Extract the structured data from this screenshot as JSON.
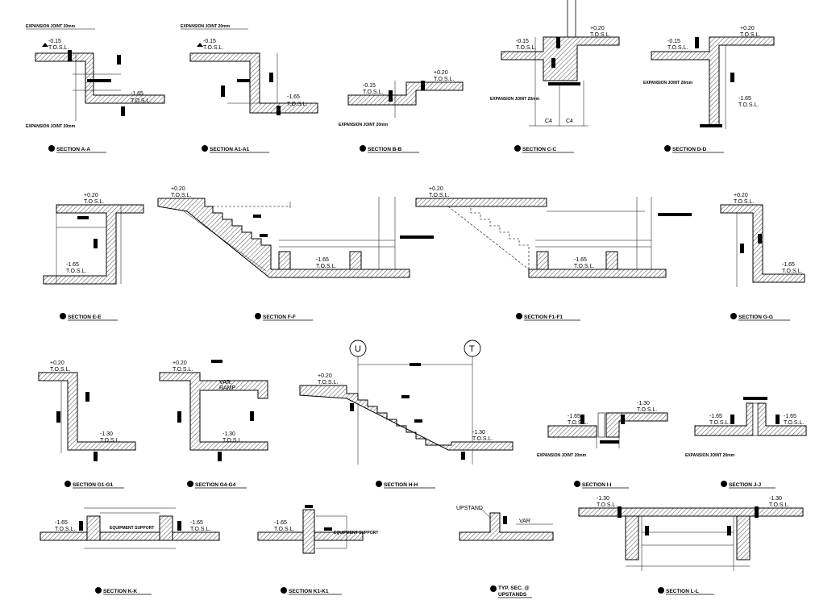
{
  "drawing": {
    "sections": [
      {
        "id": "a-a",
        "title": "SECTION A-A",
        "levels": [
          "-0.15",
          "-1.65"
        ],
        "tosl": "T.O.S.L.",
        "notes": [
          "EXPANSION JOINT 20mm",
          "EXPANSION JOINT 20mm"
        ]
      },
      {
        "id": "a1-a1",
        "title": "SECTION A1-A1",
        "levels": [
          "-0.15",
          "-1.65"
        ],
        "tosl": "T.O.S.L.",
        "notes": [
          "EXPANSION JOINT 20mm"
        ]
      },
      {
        "id": "b-b",
        "title": "SECTION B-B",
        "levels": [
          "-0.15",
          "+0.20"
        ],
        "tosl": "T.O.S.L.",
        "notes": [
          "EXPANSION JOINT 20mm"
        ]
      },
      {
        "id": "c-c",
        "title": "SECTION C-C",
        "levels": [
          "-0.15",
          "+0.20"
        ],
        "tosl": "T.O.S.L.",
        "notes": [
          "EXPANSION JOINT 20mm"
        ],
        "marks": [
          "C4",
          "C4"
        ]
      },
      {
        "id": "d-d",
        "title": "SECTION D-D",
        "levels": [
          "-0.15",
          "+0.20",
          "-1.65"
        ],
        "tosl": "T.O.S.L.",
        "notes": [
          "EXPANSION JOINT 20mm"
        ]
      },
      {
        "id": "e-e",
        "title": "SECTION E-E",
        "levels": [
          "+0.20",
          "-1.65"
        ],
        "tosl": "T.O.S.L."
      },
      {
        "id": "f-f",
        "title": "SECTION F-F",
        "levels": [
          "+0.20",
          "-1.65"
        ],
        "tosl": "T.O.S.L."
      },
      {
        "id": "f1-f1",
        "title": "SECTION F1-F1",
        "levels": [
          "+0.20",
          "-1.65"
        ],
        "tosl": "T.O.S.L."
      },
      {
        "id": "g-g",
        "title": "SECTION G-G",
        "levels": [
          "+0.20",
          "-1.65"
        ],
        "tosl": "T.O.S.L."
      },
      {
        "id": "g1-g1",
        "title": "SECTION G1-G1",
        "levels": [
          "+0.20",
          "-1.30"
        ],
        "tosl": "T.O.S.L."
      },
      {
        "id": "g4-g4",
        "title": "SECTION G4-G4",
        "levels": [
          "+0.20",
          "-1.30"
        ],
        "tosl": "T.O.S.L.",
        "labels": [
          "VAR.",
          "RAMP"
        ]
      },
      {
        "id": "h-h",
        "title": "SECTION H-H",
        "levels": [
          "+0.20",
          "-1.30"
        ],
        "tosl": "T.O.S.L.",
        "grid": [
          "U",
          "T"
        ]
      },
      {
        "id": "i-i",
        "title": "SECTION I-I",
        "levels": [
          "-1.65",
          "-1.30"
        ],
        "tosl": "T.O.S.L.",
        "notes": [
          "EXPANSION JOINT 20mm"
        ]
      },
      {
        "id": "j-j",
        "title": "SECTION J-J",
        "levels": [
          "-1.65",
          "-1.65"
        ],
        "tosl": "T.O.S.L.",
        "notes": [
          "EXPANSION JOINT 20mm"
        ]
      },
      {
        "id": "k-k",
        "title": "SECTION K-K",
        "levels": [
          "-1.65",
          "-1.65"
        ],
        "tosl": "T.O.S.L.",
        "notes": [
          "EQUIPMENT SUPPORT"
        ]
      },
      {
        "id": "k1-k1",
        "title": "SECTION K1-K1",
        "levels": [
          "-1.65"
        ],
        "tosl": "T.O.S.L.",
        "notes": [
          "EQUIPMENT SUPPORT"
        ]
      },
      {
        "id": "typ",
        "title": "TYP. SEC. @",
        "subtitle": "UPSTANDS",
        "labels": [
          "UPSTAND",
          "VAR"
        ]
      },
      {
        "id": "l-l",
        "title": "SECTION L-L",
        "levels": [
          "-1.30",
          "-1.30"
        ],
        "tosl": "T.O.S.L."
      }
    ]
  }
}
